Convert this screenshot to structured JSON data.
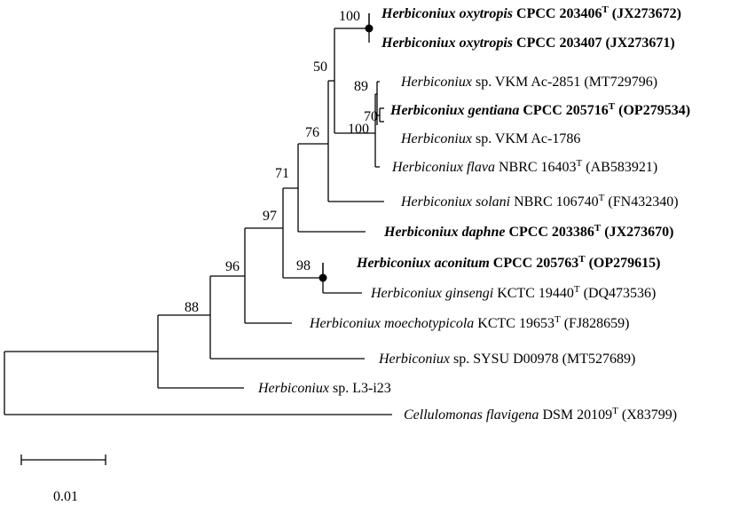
{
  "tree": {
    "taxa": [
      {
        "id": "t1",
        "genus": "Herbiconiux",
        "epithet": "oxytropis",
        "strain": "CPCC 203406",
        "type_strain": true,
        "accession": "(JX273672)",
        "bold": true
      },
      {
        "id": "t2",
        "genus": "Herbiconiux",
        "epithet": "oxytropis",
        "strain": "CPCC 203407",
        "type_strain": false,
        "accession": "(JX273671)",
        "bold": true
      },
      {
        "id": "t3",
        "genus": "Herbiconiux",
        "epithet": "",
        "strain": "sp. VKM Ac-2851",
        "type_strain": false,
        "accession": "(MT729796)",
        "bold": false
      },
      {
        "id": "t4",
        "genus": "Herbiconiux",
        "epithet": "gentiana",
        "strain": "CPCC 205716",
        "type_strain": true,
        "accession": "(OP279534)",
        "bold": true
      },
      {
        "id": "t5",
        "genus": "Herbiconiux",
        "epithet": "",
        "strain": "sp. VKM Ac-1786",
        "type_strain": false,
        "accession": "",
        "bold": false
      },
      {
        "id": "t6",
        "genus": "Herbiconiux",
        "epithet": "flava",
        "strain": "NBRC 16403",
        "type_strain": true,
        "accession": "(AB583921)",
        "bold": false
      },
      {
        "id": "t7",
        "genus": "Herbiconiux",
        "epithet": "solani",
        "strain": "NBRC 106740",
        "type_strain": true,
        "accession": "(FN432340)",
        "bold": false
      },
      {
        "id": "t8",
        "genus": "Herbiconiux",
        "epithet": "daphne",
        "strain": "CPCC 203386",
        "type_strain": true,
        "accession": "(JX273670)",
        "bold": true
      },
      {
        "id": "t9",
        "genus": "Herbiconiux",
        "epithet": "aconitum",
        "strain": "CPCC 205763",
        "type_strain": true,
        "accession": "(OP279615)",
        "bold": true
      },
      {
        "id": "t10",
        "genus": "Herbiconiux",
        "epithet": "ginsengi",
        "strain": "KCTC 19440",
        "type_strain": true,
        "accession": "(DQ473536)",
        "bold": false
      },
      {
        "id": "t11",
        "genus": "Herbiconiux",
        "epithet": "moechotypicola",
        "strain": "KCTC 19653",
        "type_strain": true,
        "accession": "(FJ828659)",
        "bold": false
      },
      {
        "id": "t12",
        "genus": "Herbiconiux",
        "epithet": "",
        "strain": "sp. SYSU D00978",
        "type_strain": false,
        "accession": "(MT527689)",
        "bold": false
      },
      {
        "id": "t13",
        "genus": "Herbiconiux",
        "epithet": "",
        "strain": "sp. L3-i23",
        "type_strain": false,
        "accession": "",
        "bold": false
      },
      {
        "id": "t14",
        "genus": "Cellulomonas",
        "epithet": "flavigena",
        "strain": "DSM 20109",
        "type_strain": true,
        "accession": "(X83799)",
        "bold": false
      }
    ],
    "type_strain_mark": "T",
    "bootstrap": [
      {
        "id": "b100a",
        "value": "100"
      },
      {
        "id": "b50",
        "value": "50"
      },
      {
        "id": "b89",
        "value": "89"
      },
      {
        "id": "b70",
        "value": "70"
      },
      {
        "id": "b100b",
        "value": "100"
      },
      {
        "id": "b76",
        "value": "76"
      },
      {
        "id": "b71",
        "value": "71"
      },
      {
        "id": "b97",
        "value": "97"
      },
      {
        "id": "b98",
        "value": "98"
      },
      {
        "id": "b96",
        "value": "96"
      },
      {
        "id": "b88",
        "value": "88"
      }
    ],
    "scale_bar": {
      "label": "0.01",
      "value": 0.01
    }
  },
  "colors": {
    "branch": "#000000",
    "text": "#000000",
    "node_marker": "#000000"
  }
}
